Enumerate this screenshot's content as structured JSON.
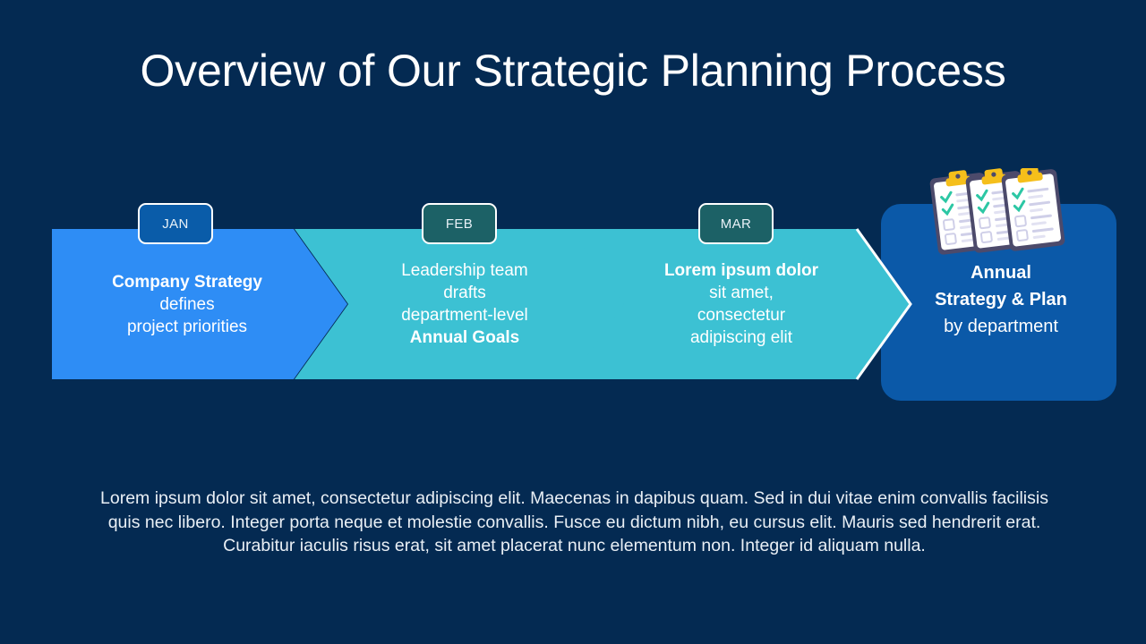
{
  "slide": {
    "title": "Overview of Our Strategic Planning Process",
    "background_color": "#042a52"
  },
  "colors": {
    "background_navy": "#042a52",
    "step1_blue": "#2e8df5",
    "step2_teal": "#3cc1d3",
    "step3_teal": "#3cc1d3",
    "final_card_blue": "#0b59a8",
    "badge_jan_blue": "#0a5ca9",
    "badge_feb_teal": "#1c6166",
    "badge_mar_teal": "#1c6166",
    "text_white": "#ffffff",
    "check_green": "#2cc7a4",
    "clip_yellow": "#f5bf1b",
    "clipboard_board": "#4c4a6b",
    "clipboard_line": "#cfcfe8"
  },
  "process": {
    "steps": [
      {
        "badge": "JAN",
        "shape": "chevron",
        "color": "#2e8df5",
        "line1_bold": "Company Strategy",
        "line2": "defines",
        "line3": "project priorities"
      },
      {
        "badge": "FEB",
        "shape": "chevron",
        "color": "#3cc1d3",
        "line1": "Leadership team",
        "line2": "drafts",
        "line3": "department-level",
        "line4_bold": "Annual Goals"
      },
      {
        "badge": "MAR",
        "shape": "chevron",
        "color": "#3cc1d3",
        "line1_bold": "Lorem ipsum dolor",
        "line2": "sit amet,",
        "line3": "consectetur",
        "line4": "adipiscing elit"
      }
    ],
    "final": {
      "shape": "rounded-card",
      "color": "#0b59a8",
      "line1_bold": "Annual",
      "line2_bold": "Strategy & Plan",
      "line3": "by department",
      "icon": "three-checklist-clipboards-icon"
    }
  },
  "body": {
    "paragraph": "Lorem ipsum dolor sit amet, consectetur adipiscing elit. Maecenas in dapibus quam. Sed in dui vitae enim convallis facilisis quis nec libero. Integer porta neque et molestie convallis. Fusce eu dictum nibh, eu cursus elit. Mauris sed hendrerit erat.  Curabitur iaculis risus erat, sit amet placerat nunc elementum non. Integer id aliquam nulla."
  }
}
